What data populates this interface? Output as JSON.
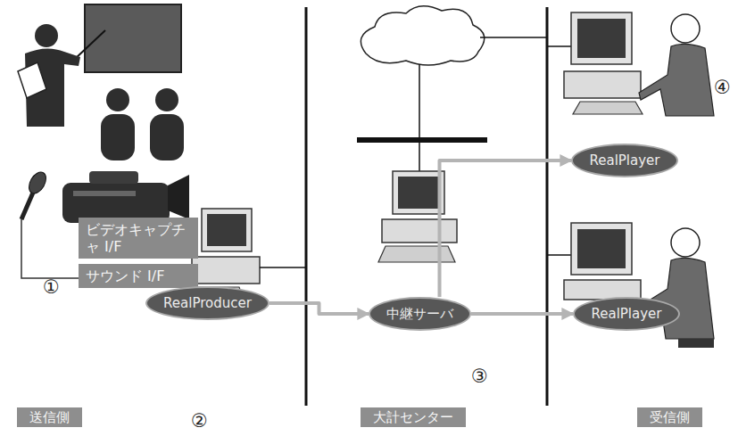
{
  "diagram": {
    "nodes": [
      {
        "text": [
          "ビデオキャプチャ I/F"
        ]
      },
      {
        "text": [
          "サウンド I/F"
        ]
      },
      {
        "text": [
          "RealProducer"
        ]
      },
      {
        "text": [
          "中継サーバ"
        ]
      },
      {
        "text": [
          "RealPlayer"
        ]
      },
      {
        "text": [
          "RealPlayer"
        ]
      },
      {
        "text": [
          "送信側"
        ]
      },
      {
        "text": [
          "大計センター"
        ]
      },
      {
        "text": [
          "受信側"
        ]
      }
    ],
    "edges": [
      {
        "from": 2,
        "to": 3,
        "arrow": "to"
      },
      {
        "from": 3,
        "to": 4,
        "arrow": "to"
      },
      {
        "from": 3,
        "to": 5,
        "arrow": "to"
      }
    ],
    "labels": [
      "①",
      "②",
      "③",
      "④"
    ]
  }
}
